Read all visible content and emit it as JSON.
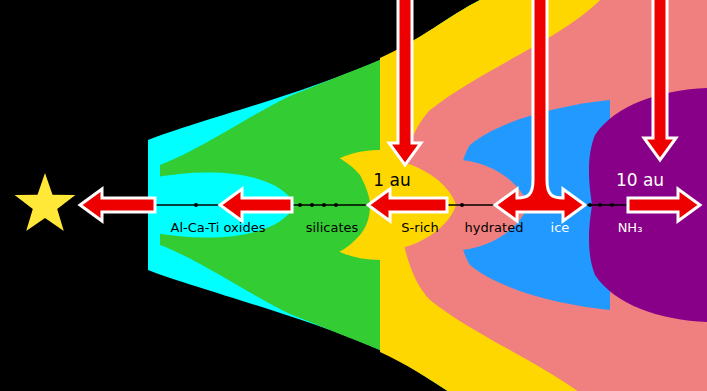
{
  "diagram": {
    "labels": [
      "1 au",
      "10 au",
      "Al-Ca-Ti oxides",
      "silicates",
      "S-rich",
      "hydrated",
      "ice",
      "NH₃"
    ]
  }
}
